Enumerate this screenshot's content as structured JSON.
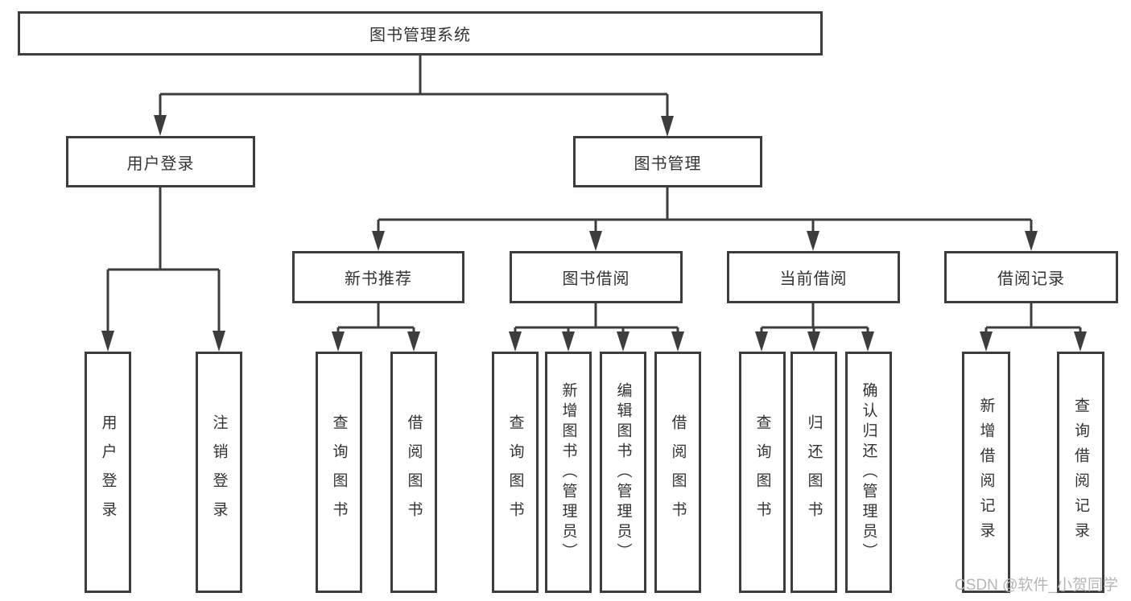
{
  "nodes": {
    "root": {
      "label": "图书管理系统"
    },
    "level2": [
      {
        "label": "用户登录",
        "parent": "图书管理系统"
      },
      {
        "label": "图书管理",
        "parent": "图书管理系统"
      }
    ],
    "level3": [
      {
        "label": "新书推荐",
        "parent": "图书管理"
      },
      {
        "label": "图书借阅",
        "parent": "图书管理"
      },
      {
        "label": "当前借阅",
        "parent": "图书管理"
      },
      {
        "label": "借阅记录",
        "parent": "图书管理"
      }
    ],
    "level4": [
      {
        "label": "用户登录",
        "parent": "用户登录"
      },
      {
        "label": "注销登录",
        "parent": "用户登录"
      },
      {
        "label": "查询图书",
        "parent": "新书推荐"
      },
      {
        "label": "借阅图书",
        "parent": "新书推荐"
      },
      {
        "label": "查询图书",
        "parent": "图书借阅"
      },
      {
        "label": "新增图书（管理员）",
        "parent": "图书借阅"
      },
      {
        "label": "编辑图书（管理员）",
        "parent": "图书借阅"
      },
      {
        "label": "借阅图书",
        "parent": "图书借阅"
      },
      {
        "label": "查询图书",
        "parent": "当前借阅"
      },
      {
        "label": "归还图书",
        "parent": "当前借阅"
      },
      {
        "label": "确认归还（管理员）",
        "parent": "当前借阅"
      },
      {
        "label": "新增借阅记录",
        "parent": "借阅记录"
      },
      {
        "label": "查询借阅记录",
        "parent": "借阅记录"
      }
    ]
  },
  "watermark": {
    "text": "CSDN @软件_小贺同学"
  },
  "colors": {
    "line": "#3d3d3d",
    "text": "#333333",
    "background": "#ffffff",
    "watermark": "#b5b5b5"
  }
}
